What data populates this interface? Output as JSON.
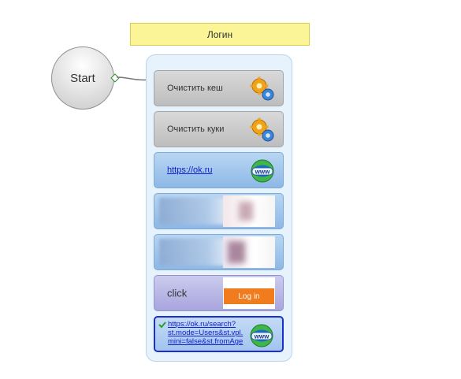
{
  "title": "Логин",
  "start": {
    "label": "Start"
  },
  "actions": [
    {
      "type": "clear-cache",
      "label": "Очистить кеш",
      "icon": "gears-icon"
    },
    {
      "type": "clear-cookies",
      "label": "Очистить куки",
      "icon": "gears-icon"
    },
    {
      "type": "navigate",
      "label": "https://ok.ru",
      "icon": "www-globe-icon"
    },
    {
      "type": "screenshot-step",
      "icon": "page-thumbnail"
    },
    {
      "type": "screenshot-step",
      "icon": "page-thumbnail"
    },
    {
      "type": "click",
      "label": "click",
      "thumbnail_button": "Log in"
    },
    {
      "type": "navigate",
      "label": "https://ok.ru/search?st.mode=Users&st.vpl.mini=false&st.fromAge",
      "label_lines": [
        "https://ok.ru/search?",
        "st.mode=Users&st.vpl.",
        "mini=false&st.fromAge"
      ],
      "icon": "www-globe-icon",
      "selected": true
    }
  ],
  "colors": {
    "title_bg": "#fbf597",
    "gray_block": "#c8c8c8",
    "blue_block": "#9fc3ec",
    "purple_block": "#b8b6e5",
    "selected_border": "#1b2fcf",
    "login_button": "#f07c1e"
  }
}
